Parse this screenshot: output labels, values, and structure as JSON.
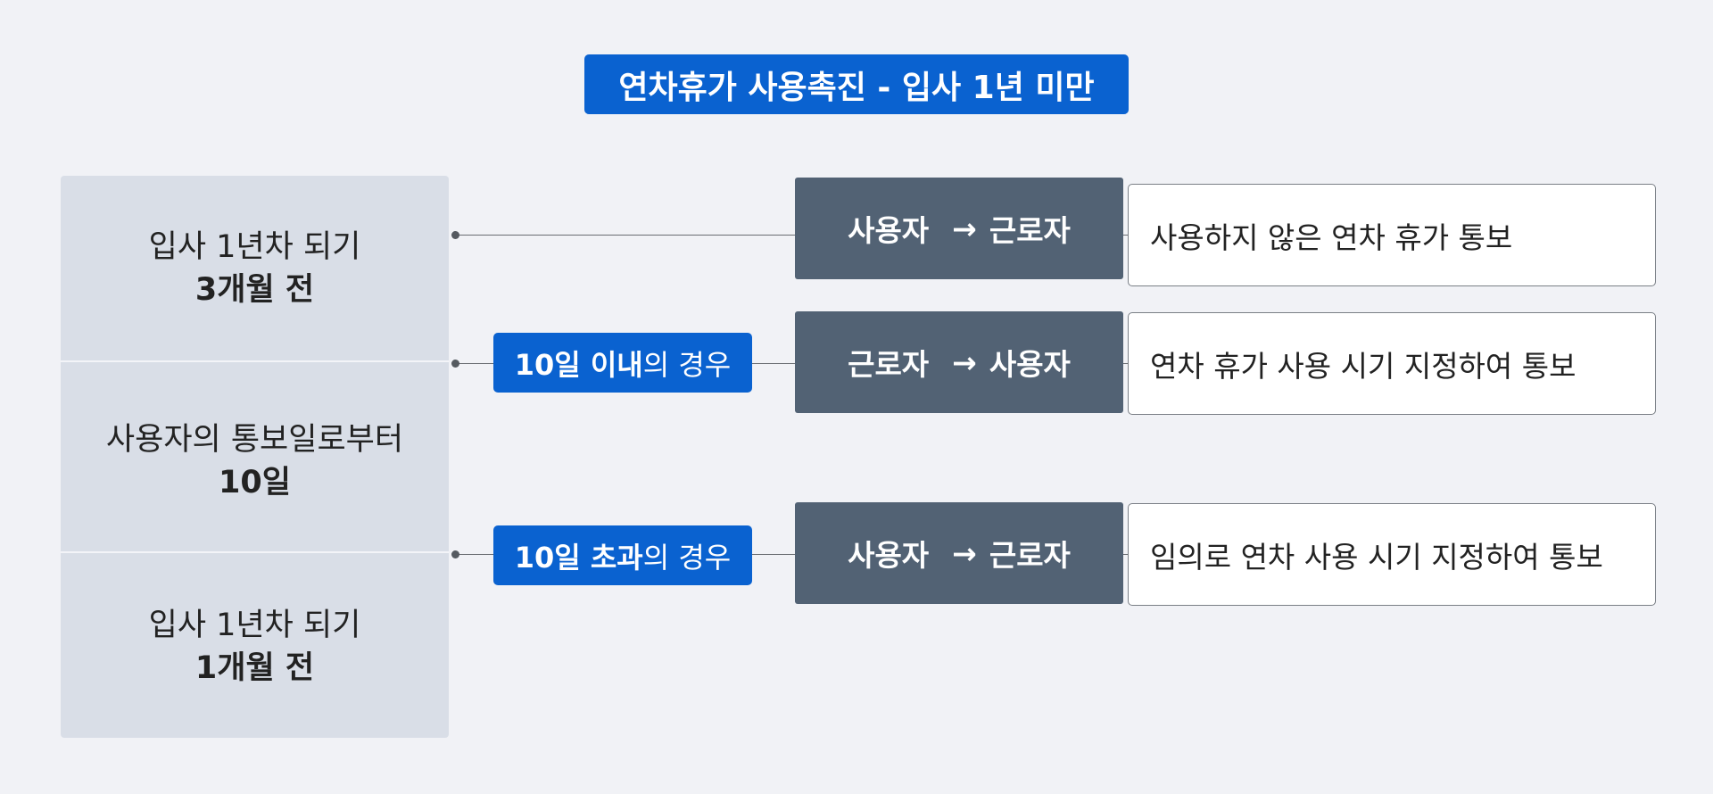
{
  "title": "연차휴가 사용촉진 - 입사 1년 미만",
  "timeline": [
    {
      "line1": "입사 1년차 되기",
      "line2": "3개월 전"
    },
    {
      "line1": "사용자의 통보일로부터",
      "line2": "10일"
    },
    {
      "line1": "입사 1년차 되기",
      "line2": "1개월 전"
    }
  ],
  "conditions": [
    {
      "strong": "10일 이내",
      "rest": "의 경우"
    },
    {
      "strong": "10일 초과",
      "rest": "의 경우"
    }
  ],
  "steps": [
    {
      "from": "사용자",
      "arrow": "→",
      "to": "근로자",
      "description": "사용하지 않은 연차 휴가 통보"
    },
    {
      "from": "근로자",
      "arrow": "→",
      "to": "사용자",
      "description": "연차 휴가 사용 시기 지정하여 통보"
    },
    {
      "from": "사용자",
      "arrow": "→",
      "to": "근로자",
      "description": "임의로 연차 사용 시기 지정하여 통보"
    }
  ],
  "colors": {
    "background": "#f1f2f6",
    "accent_blue": "#0a62d0",
    "actor_box": "#526274",
    "timeline_panel": "#d9dee7",
    "description_box": "#ffffff"
  }
}
